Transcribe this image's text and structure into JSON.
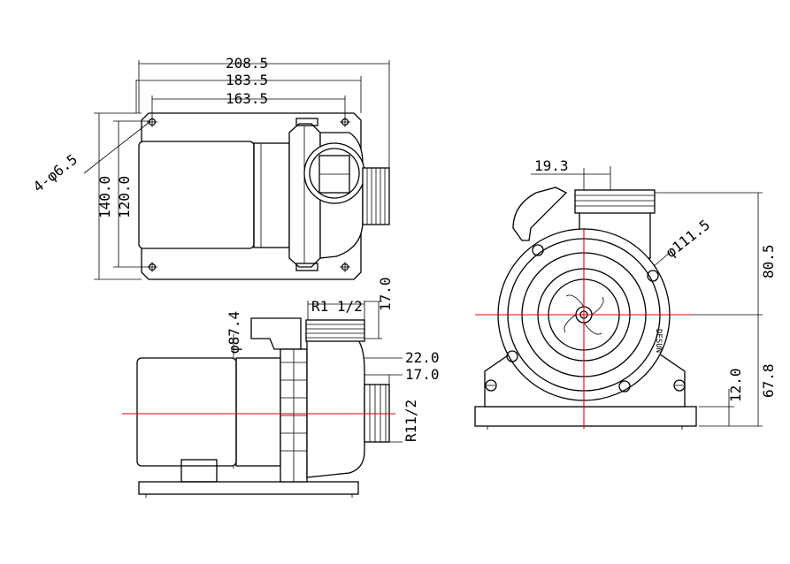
{
  "dimensions": {
    "top_view": {
      "overall_length": "208.5",
      "outer_hole_spacing": "183.5",
      "inner_hole_spacing": "163.5",
      "mount_holes": "4-φ6.5",
      "base_width": "140.0",
      "hole_pitch_width": "120.0"
    },
    "side_view": {
      "outlet_thread": "R1 1/2",
      "outlet_length": "17.0",
      "motor_diameter": "φ87.4",
      "inlet_width": "22.0",
      "inlet_length": "17.0",
      "inlet_thread": "R11/2"
    },
    "front_view": {
      "outlet_offset": "19.3",
      "volute_diameter": "φ111.5",
      "outlet_height": "80.5",
      "center_height": "67.8",
      "base_height": "12.0",
      "brand_mark": "DESUN"
    }
  },
  "colors": {
    "line": "#000000",
    "centerline": "#e0000a",
    "background": "#ffffff"
  }
}
